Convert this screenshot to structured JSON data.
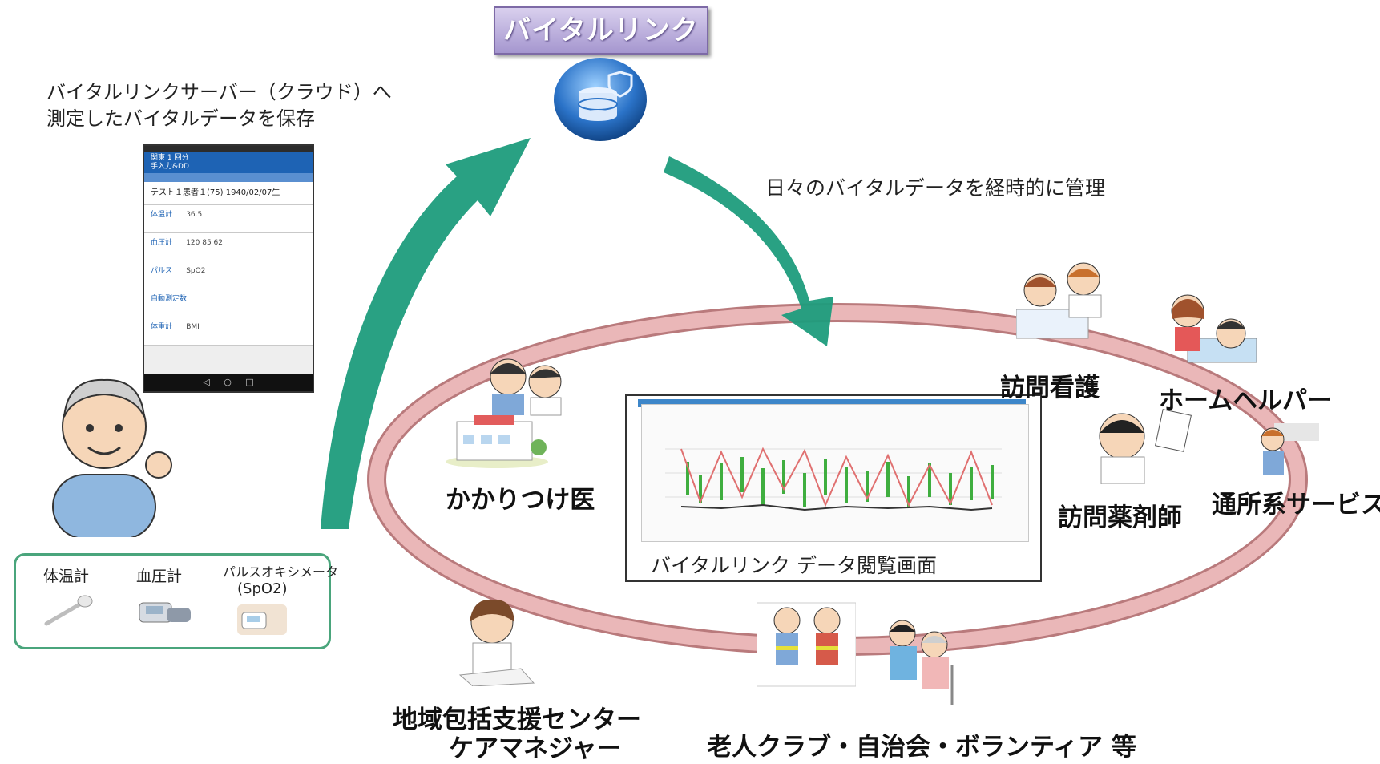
{
  "banner": {
    "title": "バイタルリンク"
  },
  "server_caption": {
    "line1": "バイタルリンクサーバー（クラウド）へ",
    "line2": "測定したバイタルデータを保存"
  },
  "manage_caption": "日々のバイタルデータを経時的に管理",
  "phone": {
    "header_line1": "関東 1 回分",
    "header_line2": "手入力&DD",
    "patient": "テスト１患者１(75)  1940/02/07生",
    "rows": [
      {
        "label": "体温計",
        "value": "36.5"
      },
      {
        "label": "血圧計",
        "value": "120  85  62"
      },
      {
        "label": "パルス",
        "value": "SpO2"
      },
      {
        "label": "自動測定数",
        "value": ""
      },
      {
        "label": "体重計",
        "value": "BMI"
      }
    ]
  },
  "devices": {
    "thermometer": "体温計",
    "blood_pressure": "血圧計",
    "oximeter_line1": "パルスオキシメータ",
    "oximeter_line2": "(SpO2)"
  },
  "screen_caption": "バイタルリンク  データ閲覧画面",
  "roles": {
    "doctor": "かかりつけ医",
    "visiting_nurse": "訪問看護",
    "home_helper": "ホームヘルパー",
    "pharmacist": "訪問薬剤師",
    "day_service": "通所系サービス",
    "care_center_line1": "地域包括支援センター",
    "care_center_line2": "ケアマネジャー",
    "community": "老人クラブ・自治会・ボランティア  等"
  },
  "colors": {
    "ring": "#e3a9aa",
    "arrow": "#1e9c7c",
    "banner": "#a596cf",
    "device_border": "#4aa57c"
  },
  "icons": [
    "cloud-database-icon",
    "elderly-man-icon",
    "smartphone-icon",
    "thermometer-icon",
    "blood-pressure-monitor-icon",
    "pulse-oximeter-icon",
    "doctor-icon",
    "clinic-building-icon",
    "nurse-icon",
    "home-helper-icon",
    "pharmacist-icon",
    "day-service-icon",
    "care-manager-icon",
    "community-volunteers-icon"
  ]
}
